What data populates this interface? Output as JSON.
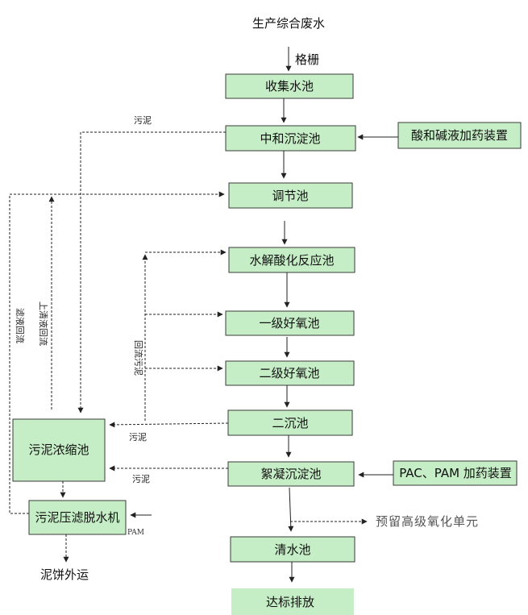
{
  "nodes": {
    "source": "生产综合废水",
    "grille": "格栅",
    "collect": "收集水池",
    "neutral": "中和沉淀池",
    "acid_dosing": "酸和碱液加药装置",
    "adjust": "调节池",
    "hydrolysis": "水解酸化反应池",
    "aerobic1": "一级好氧池",
    "aerobic2": "二级好氧池",
    "clarifier2": "二沉池",
    "coag": "絮凝沉淀池",
    "pac_dosing": "PAC、PAM 加药装置",
    "clear": "清水池",
    "discharge": "达标排放",
    "thickener": "污泥浓缩池",
    "press": "污泥压滤脱水机",
    "reserve": "预留高级氧化单元",
    "cake": "泥饼外运"
  },
  "labels": {
    "sludge_top": "污泥",
    "sludge_mid": "污泥",
    "sludge_low": "污泥",
    "filtrate_return": "滤液回流",
    "supernatant_return": "上清液回流",
    "sludge_return": "回流污泥",
    "pam": "PAM"
  }
}
